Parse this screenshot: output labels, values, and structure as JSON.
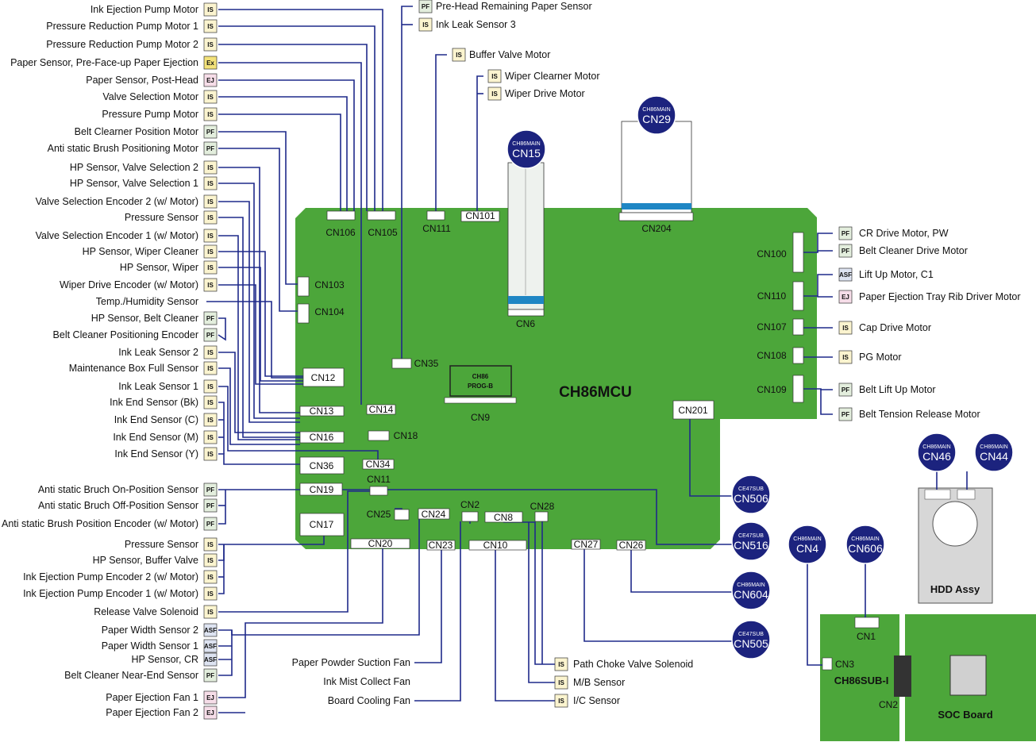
{
  "board": {
    "name": "CH86MCU",
    "chip_line1": "CH86",
    "chip_line2": "PROG-B"
  },
  "left_labels": [
    {
      "text": "Ink Ejection Pump Motor",
      "tag": "IS"
    },
    {
      "text": "Pressure Reduction Pump Motor 1",
      "tag": "IS"
    },
    {
      "text": "Pressure Reduction Pump Motor 2",
      "tag": "IS"
    },
    {
      "text": "Paper Sensor, Pre-Face-up Paper Ejection",
      "tag": "Ex"
    },
    {
      "text": "Paper Sensor, Post-Head",
      "tag": "EJ"
    },
    {
      "text": "Valve Selection Motor",
      "tag": "IS"
    },
    {
      "text": "Pressure Pump Motor",
      "tag": "IS"
    },
    {
      "text": "Belt Clearner Position Motor",
      "tag": "PF"
    },
    {
      "text": "Anti static Brush Positioning Motor",
      "tag": "PF"
    },
    {
      "text": "HP Sensor, Valve Selection 2",
      "tag": "IS"
    },
    {
      "text": "HP Sensor, Valve Selection 1",
      "tag": "IS"
    },
    {
      "text": "Valve Selection Encoder 2 (w/ Motor)",
      "tag": "IS"
    },
    {
      "text": "Pressure Sensor",
      "tag": "IS"
    },
    {
      "text": "Valve Selection Encoder 1 (w/ Motor)",
      "tag": "IS"
    },
    {
      "text": "HP Sensor, Wiper Cleaner",
      "tag": "IS"
    },
    {
      "text": "HP Sensor, Wiper",
      "tag": "IS"
    },
    {
      "text": "Wiper Drive Encoder (w/ Motor)",
      "tag": "IS"
    },
    {
      "text": "Temp./Humidity Sensor",
      "tag": ""
    },
    {
      "text": "HP Sensor, Belt Cleaner",
      "tag": "PF"
    },
    {
      "text": "Belt Cleaner Positioning Encoder",
      "tag": "PF"
    },
    {
      "text": "Ink Leak Sensor 2",
      "tag": "IS"
    },
    {
      "text": "Maintenance Box Full Sensor",
      "tag": "IS"
    },
    {
      "text": "Ink Leak Sensor 1",
      "tag": "IS"
    },
    {
      "text": "Ink End Sensor (Bk)",
      "tag": "IS"
    },
    {
      "text": "Ink End Sensor (C)",
      "tag": "IS"
    },
    {
      "text": "Ink End Sensor (M)",
      "tag": "IS"
    },
    {
      "text": "Ink End Sensor (Y)",
      "tag": "IS"
    },
    {
      "text": "Anti static Bruch On-Position Sensor",
      "tag": "PF"
    },
    {
      "text": "Anti static Bruch Off-Position Sensor",
      "tag": "PF"
    },
    {
      "text": "Anti static Brush Position Encoder (w/ Motor)",
      "tag": "PF"
    },
    {
      "text": "Pressure Sensor",
      "tag": "IS"
    },
    {
      "text": "HP Sensor, Buffer Valve",
      "tag": "IS"
    },
    {
      "text": "Ink Ejection Pump Encoder 2 (w/ Motor)",
      "tag": "IS"
    },
    {
      "text": "Ink Ejection Pump Encoder 1 (w/ Motor)",
      "tag": "IS"
    },
    {
      "text": "Release Valve Solenoid",
      "tag": "IS"
    },
    {
      "text": "Paper Width Sensor 2",
      "tag": "ASF"
    },
    {
      "text": "Paper Width Sensor 1",
      "tag": "ASF"
    },
    {
      "text": "HP Sensor, CR",
      "tag": "ASF"
    },
    {
      "text": "Belt Cleaner Near-End Sensor",
      "tag": "PF"
    },
    {
      "text": "Paper Ejection Fan 1",
      "tag": "EJ"
    },
    {
      "text": "Paper Ejection Fan 2",
      "tag": "EJ"
    }
  ],
  "top_labels": [
    {
      "text": "Pre-Head Remaining Paper Sensor",
      "tag": "PF"
    },
    {
      "text": "Ink Leak Sensor 3",
      "tag": "IS"
    },
    {
      "text": "Buffer Valve Motor",
      "tag": "IS"
    },
    {
      "text": "Wiper Clearner Motor",
      "tag": "IS"
    },
    {
      "text": "Wiper Drive Motor",
      "tag": "IS"
    }
  ],
  "right_labels": [
    {
      "text": "CR Drive Motor, PW",
      "tag": "PF"
    },
    {
      "text": "Belt Cleaner Drive Motor",
      "tag": "PF"
    },
    {
      "text": "Lift Up Motor, C1",
      "tag": "ASF"
    },
    {
      "text": "Paper Ejection Tray Rib Driver Motor",
      "tag": "EJ"
    },
    {
      "text": "Cap Drive Motor",
      "tag": "IS"
    },
    {
      "text": "PG Motor",
      "tag": "IS"
    },
    {
      "text": "Belt Lift Up Motor",
      "tag": "PF"
    },
    {
      "text": "Belt Tension Release Motor",
      "tag": "PF"
    }
  ],
  "bottom_labels": [
    {
      "text": "Paper Powder Suction Fan",
      "tag": ""
    },
    {
      "text": "Ink Mist Collect Fan",
      "tag": ""
    },
    {
      "text": "Board Cooling Fan",
      "tag": ""
    },
    {
      "text": "Path Choke Valve Solenoid",
      "tag": "IS"
    },
    {
      "text": "M/B Sensor",
      "tag": "IS"
    },
    {
      "text": "I/C Sensor",
      "tag": "IS"
    }
  ],
  "connectors": [
    "CN106",
    "CN105",
    "CN111",
    "CN101",
    "CN204",
    "CN6",
    "CN103",
    "CN104",
    "CN100",
    "CN110",
    "CN107",
    "CN108",
    "CN109",
    "CN12",
    "CN35",
    "CN9",
    "CN201",
    "CN13",
    "CN14",
    "CN16",
    "CN18",
    "CN36",
    "CN34",
    "CN19",
    "CN11",
    "CN17",
    "CN25",
    "CN24",
    "CN2",
    "CN8",
    "CN28",
    "CN20",
    "CN23",
    "CN10",
    "CN27",
    "CN26"
  ],
  "badges": [
    {
      "top": "CH86MAIN",
      "main": "CN15"
    },
    {
      "top": "CH86MAIN",
      "main": "CN29"
    },
    {
      "top": "CE47SUB",
      "main": "CN506"
    },
    {
      "top": "CE47SUB",
      "main": "CN516"
    },
    {
      "top": "CH86MAIN",
      "main": "CN604"
    },
    {
      "top": "CE47SUB",
      "main": "CN505"
    },
    {
      "top": "CH86MAIN",
      "main": "CN4"
    },
    {
      "top": "CH86MAIN",
      "main": "CN606"
    },
    {
      "top": "CH86MAIN",
      "main": "CN46"
    },
    {
      "top": "CH86MAIN",
      "main": "CN44"
    }
  ],
  "hdd": {
    "label": "HDD Assy"
  },
  "sub_board": {
    "name": "CH86SUB-I",
    "cn1": "CN1",
    "cn2": "CN2",
    "cn3": "CN3"
  },
  "soc": {
    "label": "SOC Board"
  },
  "colors": {
    "board": "#4ca63a",
    "wire": "#1f2a8a",
    "badge": "#1c237e",
    "IS": "#fbf4cf",
    "PF": "#e3eedd",
    "EJ": "#f6dde8",
    "Ex": "#f3e27a",
    "ASF": "#dde3f1"
  }
}
